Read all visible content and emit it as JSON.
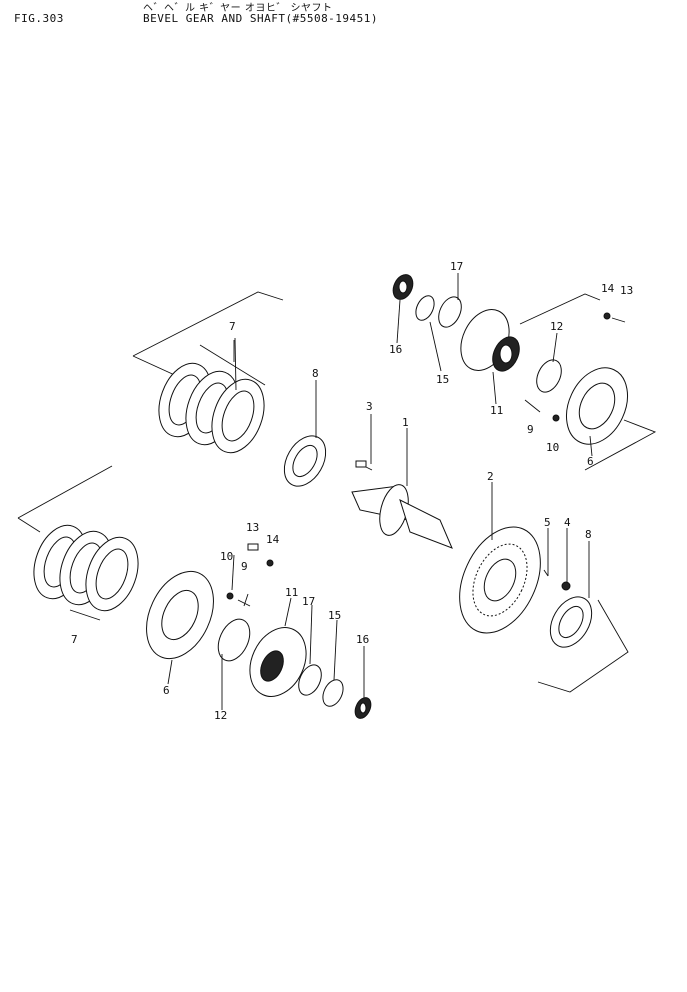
{
  "header": {
    "fig_no": "FIG.303",
    "title_jp": "ヘ゛ヘ゛ル キ゛ヤー オヨヒ゛ シヤフト",
    "title_en": "BEVEL GEAR AND SHAFT(#5508-19451)"
  },
  "callouts": {
    "c1": "1",
    "c2": "2",
    "c3": "3",
    "c4": "4",
    "c5": "5",
    "c6a": "6",
    "c6b": "6",
    "c7a": "7",
    "c7b": "7",
    "c8a": "8",
    "c8b": "8",
    "c9a": "9",
    "c9b": "9",
    "c10a": "10",
    "c10b": "10",
    "c11a": "11",
    "c11b": "11",
    "c12a": "12",
    "c12b": "12",
    "c13a": "13",
    "c13b": "13",
    "c14a": "14",
    "c14b": "14",
    "c15a": "15",
    "c15b": "15",
    "c16a": "16",
    "c16b": "16",
    "c17a": "17",
    "c17b": "17"
  }
}
